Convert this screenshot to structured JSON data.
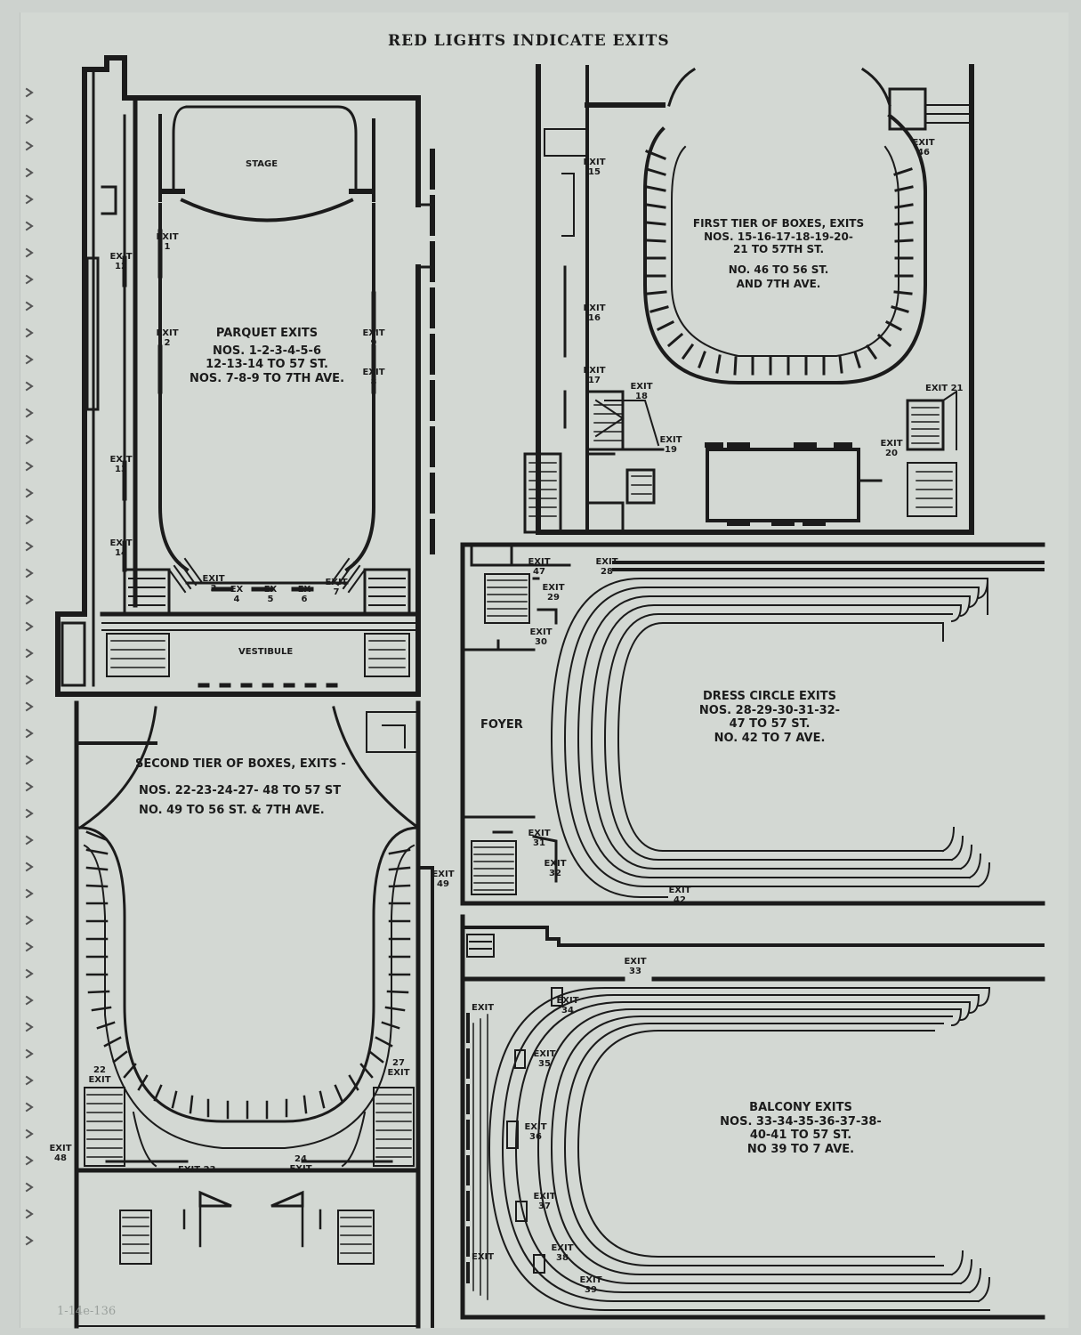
{
  "header": "RED LIGHTS INDICATE EXITS",
  "pencil_note": "1-14e-136",
  "colors": {
    "paper": "#d3d8d3",
    "ink": "#1b1b1b"
  },
  "parquet": {
    "room_stage": "STAGE",
    "room_vestibule": "VESTIBULE",
    "title": "PARQUET EXITS",
    "line1": "NOS. 1-2-3-4-5-6",
    "line2": "12-13-14 TO 57 ST.",
    "line3": "NOS. 7-8-9 TO 7TH AVE.",
    "exit1": "EXIT 1",
    "exit2": "EXIT 2",
    "exit3": "EXIT 3",
    "exit4": "EX 4",
    "exit5": "EX 5",
    "exit6": "EX 6",
    "exit7": "EXIT 7",
    "exit8": "EXIT 8",
    "exit9": "EXIT 9",
    "exit12": "EXIT 12",
    "exit13": "EXIT 13",
    "exit14": "EXIT 14"
  },
  "first_tier": {
    "title": "FIRST TIER OF BOXES, EXITS",
    "line1": "NOS. 15-16-17-18-19-20-",
    "line2": "21 TO 57TH ST.",
    "line3": "NO. 46 TO 56 ST.",
    "line4": "AND 7TH AVE.",
    "exit15": "EXIT 15",
    "exit16": "EXIT 16",
    "exit17": "EXIT 17",
    "exit18": "EXIT 18",
    "exit19": "EXIT 19",
    "exit20": "EXIT 20",
    "exit21": "EXIT 21",
    "exit46": "EXIT 46"
  },
  "second_tier": {
    "title": "SECOND TIER OF BOXES, EXITS -",
    "line1": "NOS. 22-23-24-27- 48 TO 57 ST",
    "line2": "NO. 49 TO 56 ST. & 7TH AVE.",
    "exit22": "22 EXIT",
    "exit23": "EXIT 23",
    "exit24": "24 EXIT",
    "exit27": "27 EXIT",
    "exit48": "EXIT 48",
    "exit49": "EXIT 49"
  },
  "dress_circle": {
    "room_foyer": "FOYER",
    "title": "DRESS CIRCLE EXITS",
    "line1": "NOS. 28-29-30-31-32-",
    "line2": "47 TO 57 ST.",
    "line3": "NO. 42 TO 7 AVE.",
    "exit28": "EXIT 28",
    "exit29": "EXIT 29",
    "exit30": "EXIT 30",
    "exit31": "EXIT 31",
    "exit32": "EXIT 32",
    "exit42": "EXIT 42",
    "exit47": "EXIT 47"
  },
  "balcony": {
    "title": "BALCONY EXITS",
    "line1": "NOS. 33-34-35-36-37-38-",
    "line2": "40-41 TO 57 ST.",
    "line3": "NO 39 TO 7 AVE.",
    "exit33": "EXIT 33",
    "exit34": "EXIT 34",
    "exit35": "EXIT 35",
    "exit36": "EXIT 36",
    "exit37": "EXIT 37",
    "exit38": "EXIT 38",
    "exit39": "EXIT 39",
    "exit_left_top": "EXIT",
    "exit_left_bottom": "EXIT"
  }
}
